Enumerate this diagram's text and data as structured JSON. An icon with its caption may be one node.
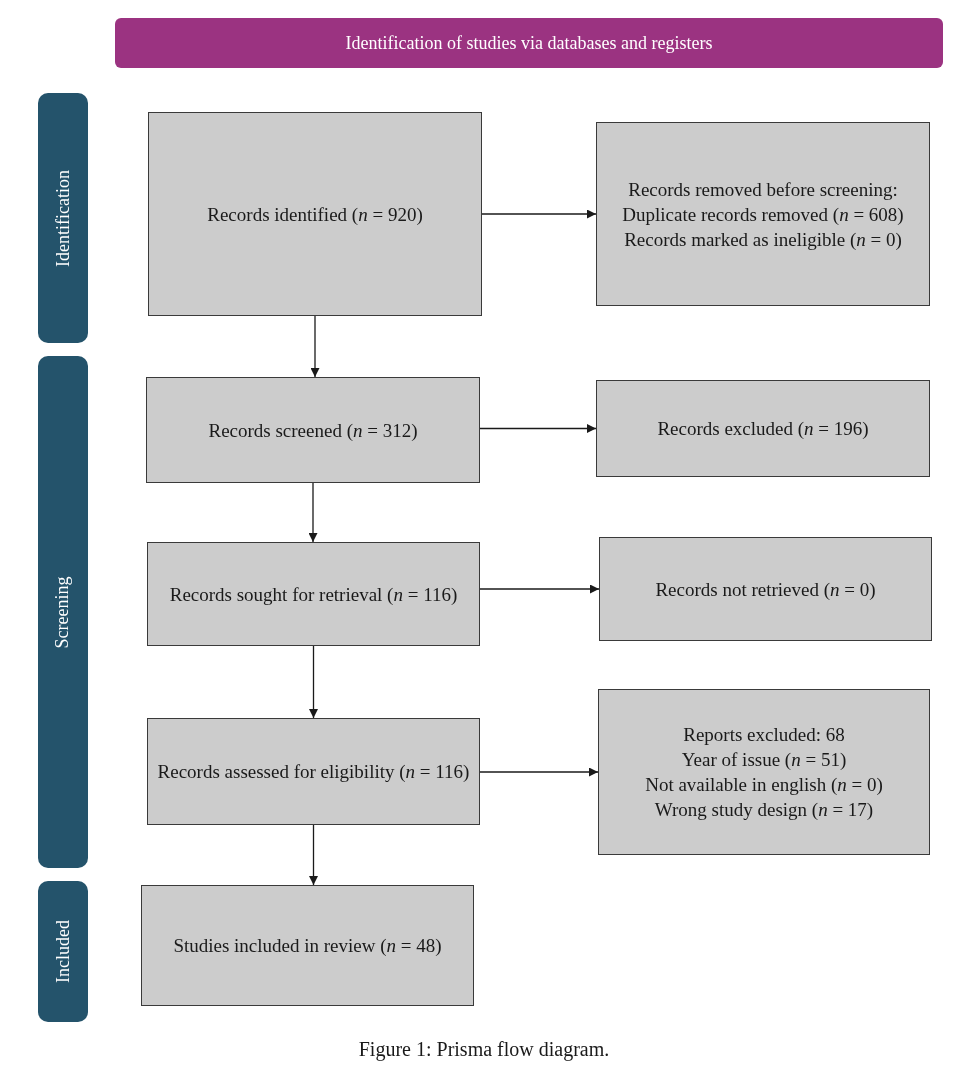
{
  "diagram": {
    "caption": "Figure 1: Prisma flow diagram.",
    "nodes": [
      {
        "text": [
          "Identification of studies via databases and registers"
        ]
      },
      {
        "text": [
          "Identification"
        ]
      },
      {
        "text": [
          "Screening"
        ]
      },
      {
        "text": [
          "Included"
        ]
      },
      {
        "text": [
          "Records identified (*n* = 920)"
        ]
      },
      {
        "text": [
          "Records removed before screening:",
          "Duplicate records removed (*n* = 608)",
          "Records marked as ineligible (*n* = 0)"
        ]
      },
      {
        "text": [
          "Records screened (*n* = 312)"
        ]
      },
      {
        "text": [
          "Records excluded (*n* = 196)"
        ]
      },
      {
        "text": [
          "Records sought for retrieval (*n* = 116)"
        ]
      },
      {
        "text": [
          "Records not retrieved (*n* = 0)"
        ]
      },
      {
        "text": [
          "Records assessed for eligibility (*n* = 116)"
        ]
      },
      {
        "text": [
          "Reports excluded: 68",
          "Year of issue (*n* = 51)",
          "Not available in english (*n* = 0)",
          "Wrong study design (*n* = 17)"
        ]
      },
      {
        "text": [
          "Studies included in review (*n* = 48)"
        ]
      }
    ],
    "edges": [
      {
        "from": 4,
        "to": 5,
        "arrow": "to"
      },
      {
        "from": 4,
        "to": 6,
        "arrow": "to"
      },
      {
        "from": 6,
        "to": 7,
        "arrow": "to"
      },
      {
        "from": 6,
        "to": 8,
        "arrow": "to"
      },
      {
        "from": 8,
        "to": 9,
        "arrow": "to"
      },
      {
        "from": 8,
        "to": 10,
        "arrow": "to"
      },
      {
        "from": 10,
        "to": 11,
        "arrow": "to"
      },
      {
        "from": 10,
        "to": 12,
        "arrow": "to"
      }
    ]
  }
}
